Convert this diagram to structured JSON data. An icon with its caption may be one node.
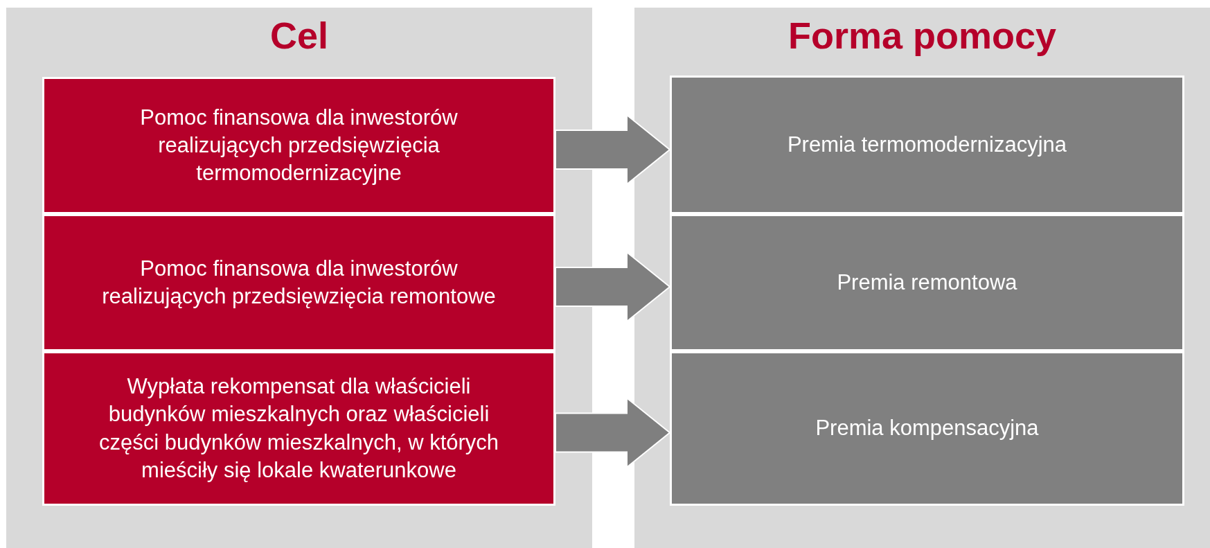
{
  "diagram": {
    "nodes": [
      {
        "text": [
          "Cel"
        ]
      },
      {
        "text": [
          "Pomoc finansowa dla inwestorów realizujących przedsięwzięcia termomodernizacyjne"
        ],
        "in": 0
      },
      {
        "text": [
          "Pomoc finansowa dla inwestorów realizujących przedsięwzięcia remontowe"
        ],
        "in": 0
      },
      {
        "text": [
          "Wypłata rekompensat dla właścicieli budynków mieszkalnych oraz właścicieli części budynków mieszkalnych, w których mieściły się lokale kwaterunkowe"
        ],
        "in": 0
      },
      {
        "text": [
          "Forma pomocy"
        ]
      },
      {
        "text": [
          "Premia termomodernizacyjna"
        ],
        "in": 4
      },
      {
        "text": [
          "Premia remontowa"
        ],
        "in": 4
      },
      {
        "text": [
          "Premia kompensacyjna"
        ],
        "in": 4
      }
    ],
    "edges": [
      {
        "from": 1,
        "to": 5,
        "arrow": "to"
      },
      {
        "from": 2,
        "to": 6,
        "arrow": "to"
      },
      {
        "from": 3,
        "to": 7,
        "arrow": "to"
      }
    ]
  }
}
